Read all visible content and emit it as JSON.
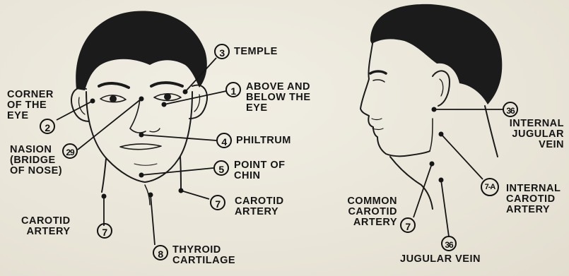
{
  "points": [
    {
      "id": "p3",
      "number": "3",
      "label": "TEMPLE"
    },
    {
      "id": "p1",
      "number": "1",
      "label": "ABOVE AND\nBELOW THE\nEYE"
    },
    {
      "id": "p2",
      "number": "2",
      "label": "CORNER\nOF THE\nEYE"
    },
    {
      "id": "p29",
      "number": "29",
      "label": "NASION\n(BRIDGE\nOF NOSE)"
    },
    {
      "id": "p4",
      "number": "4",
      "label": "PHILTRUM"
    },
    {
      "id": "p5",
      "number": "5",
      "label": "POINT OF\nCHIN"
    },
    {
      "id": "p7front",
      "number": "7",
      "label": "CAROTID\nARTERY"
    },
    {
      "id": "p7left",
      "number": "7",
      "label": "CAROTID\nARTERY"
    },
    {
      "id": "p8",
      "number": "8",
      "label": "THYROID\nCARTILAGE"
    },
    {
      "id": "p36int",
      "number": "36",
      "label": "INTERNAL\nJUGULAR\nVEIN"
    },
    {
      "id": "p7a",
      "number": "7-A",
      "label": "INTERNAL\nCAROTID\nARTERY"
    },
    {
      "id": "p7common",
      "number": "7",
      "label": "COMMON\nCAROTID\nARTERY"
    },
    {
      "id": "p36jug",
      "number": "36",
      "label": "JUGULAR VEIN"
    }
  ],
  "colors": {
    "ink": "#151515",
    "paper": "#ece9dd",
    "hair": "#1b1b1b"
  }
}
